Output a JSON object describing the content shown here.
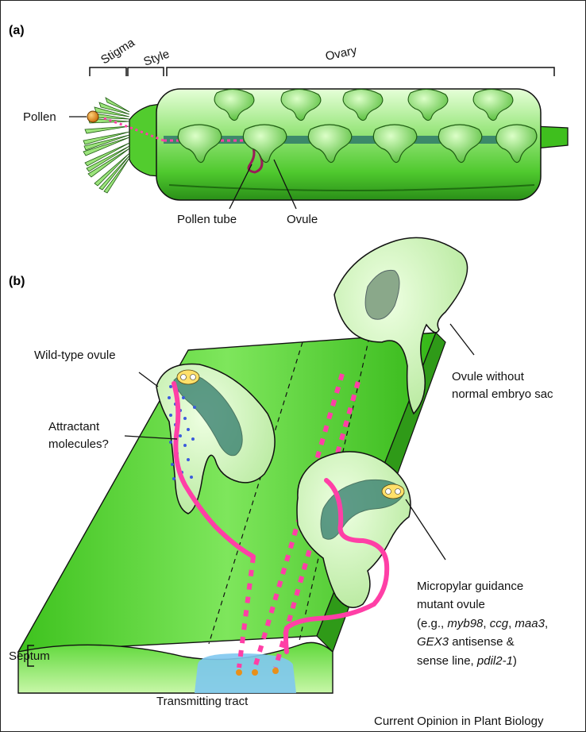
{
  "panels": {
    "a": "(a)",
    "b": "(b)"
  },
  "panel_a": {
    "regions": {
      "stigma": "Stigma",
      "style": "Style",
      "ovary": "Ovary"
    },
    "labels": {
      "pollen": "Pollen",
      "pollen_tube": "Pollen tube",
      "ovule": "Ovule"
    }
  },
  "panel_b": {
    "labels": {
      "wild_type": "Wild-type ovule",
      "attractant_1": "Attractant",
      "attractant_2": "molecules?",
      "no_sac_1": "Ovule without",
      "no_sac_2": "normal embryo sac",
      "micropylar_1": "Micropylar guidance",
      "micropylar_2": "mutant ovule",
      "septum": "Septum",
      "transmitting": "Transmitting tract"
    },
    "mutant_list": {
      "open": "(e.g., ",
      "g1": "myb98",
      "sep1": ", ",
      "g2": "ccg",
      "sep2": ", ",
      "g3": "maa3",
      "sep3": ",",
      "g4": "GEX3",
      "mid": " antisense &",
      "line3_pre": "sense line, ",
      "g5": "pdil2-1",
      "close": ")"
    }
  },
  "credit": "Current Opinion in Plant Biology",
  "colors": {
    "green_light": "#b8f0a0",
    "green_mid": "#5ed63c",
    "green_dark": "#2e9a20",
    "teal": "#2f7a6a",
    "pink": "#ff3fa6",
    "tube_dark": "#9a1c58",
    "blue": "#3b5bdc",
    "ovule_fill": "#c9f3b0",
    "pollen": "#e8901a"
  }
}
